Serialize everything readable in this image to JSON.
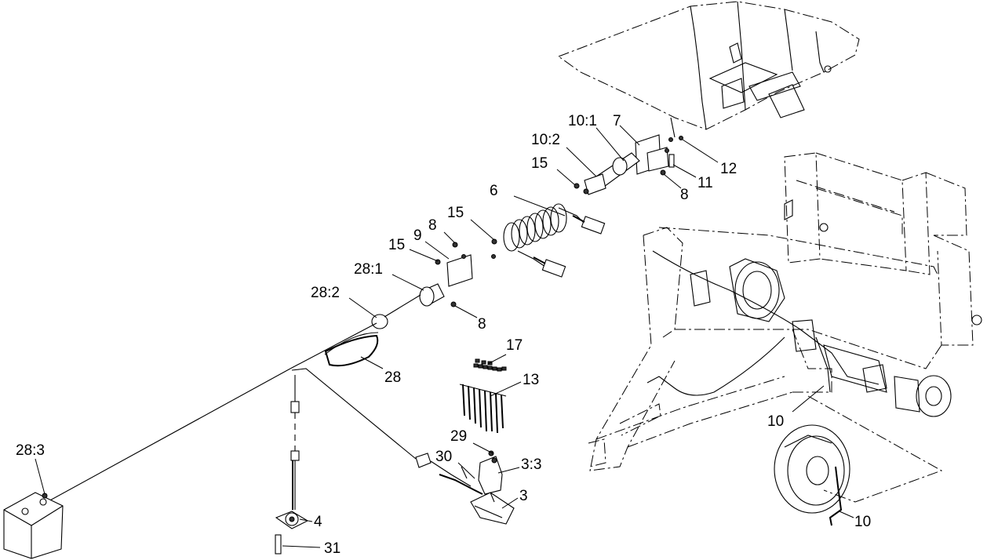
{
  "callouts": [
    {
      "id": "c-10-1",
      "text": "10:1"
    },
    {
      "id": "c-7",
      "text": "7"
    },
    {
      "id": "c-10-2",
      "text": "10:2"
    },
    {
      "id": "c-15-a",
      "text": "15"
    },
    {
      "id": "c-12",
      "text": "12"
    },
    {
      "id": "c-11",
      "text": "11"
    },
    {
      "id": "c-8-a",
      "text": "8"
    },
    {
      "id": "c-6",
      "text": "6"
    },
    {
      "id": "c-15-b",
      "text": "15"
    },
    {
      "id": "c-8-b",
      "text": "8"
    },
    {
      "id": "c-9",
      "text": "9"
    },
    {
      "id": "c-15-c",
      "text": "15"
    },
    {
      "id": "c-28-1",
      "text": "28:1"
    },
    {
      "id": "c-28-2",
      "text": "28:2"
    },
    {
      "id": "c-8-c",
      "text": "8"
    },
    {
      "id": "c-17",
      "text": "17"
    },
    {
      "id": "c-28",
      "text": "28"
    },
    {
      "id": "c-13",
      "text": "13"
    },
    {
      "id": "c-10-b",
      "text": "10"
    },
    {
      "id": "c-29",
      "text": "29"
    },
    {
      "id": "c-30",
      "text": "30"
    },
    {
      "id": "c-3-3",
      "text": "3:3"
    },
    {
      "id": "c-28-3",
      "text": "28:3"
    },
    {
      "id": "c-3",
      "text": "3"
    },
    {
      "id": "c-4",
      "text": "4"
    },
    {
      "id": "c-10-c",
      "text": "10"
    },
    {
      "id": "c-31",
      "text": "31"
    }
  ]
}
